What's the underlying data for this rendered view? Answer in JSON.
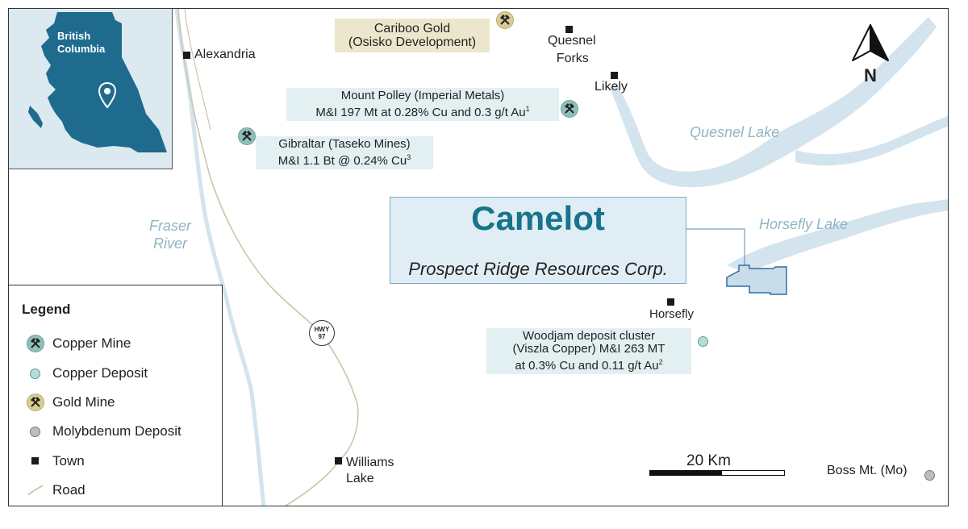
{
  "inset": {
    "label_line1": "British",
    "label_line2": "Columbia",
    "marker_icon": "map-pin-icon"
  },
  "towns": [
    {
      "name": "Alexandria"
    },
    {
      "name_line1": "Quesnel",
      "name_line2": "Forks"
    },
    {
      "name": "Likely"
    },
    {
      "name": "Horsefly"
    },
    {
      "name_line1": "Williams",
      "name_line2": "Lake"
    }
  ],
  "water": {
    "fraser_line1": "Fraser",
    "fraser_line2": "River",
    "quesnel_lake": "Quesnel Lake",
    "horsefly_lake": "Horsefly Lake"
  },
  "mines": {
    "cariboo_line1": "Cariboo Gold",
    "cariboo_line2": "(Osisko Development)",
    "polley_line1": "Mount Polley (Imperial Metals)",
    "polley_line2": "M&I 197 Mt at 0.28% Cu and 0.3 g/t Au",
    "polley_sup": "1",
    "gibraltar_line1": "Gibraltar (Taseko Mines)",
    "gibraltar_line2": "M&I 1.1 Bt @ 0.24% Cu",
    "gibraltar_sup": "3",
    "woodjam_line1": "Woodjam deposit cluster",
    "woodjam_line2": "(Viszla Copper) M&I 263 MT",
    "woodjam_line3": "at 0.3% Cu and 0.11 g/t Au",
    "woodjam_sup": "2",
    "boss": "Boss Mt. (Mo)"
  },
  "project": {
    "title": "Camelot",
    "subtitle": "Prospect Ridge Resources Corp."
  },
  "highway": {
    "line1": "HWY",
    "line2": "97"
  },
  "north_arrow": {
    "letter": "N"
  },
  "scale_bar": {
    "label": "20 Km"
  },
  "legend": {
    "title": "Legend",
    "items": [
      {
        "label": "Copper Mine",
        "icon": "copper-mine-icon"
      },
      {
        "label": "Copper Deposit",
        "icon": "copper-deposit-icon"
      },
      {
        "label": "Gold Mine",
        "icon": "gold-mine-icon"
      },
      {
        "label": "Molybdenum Deposit",
        "icon": "molybdenum-deposit-icon"
      },
      {
        "label": "Town",
        "icon": "town-icon"
      },
      {
        "label": "Road",
        "icon": "road-icon"
      }
    ]
  },
  "colors": {
    "water": "#d3e4ee",
    "road": "#cfc4a8",
    "brand_teal": "#17748a",
    "copper_mine": "#8fbfb9",
    "gold_mine": "#d7cd93"
  }
}
